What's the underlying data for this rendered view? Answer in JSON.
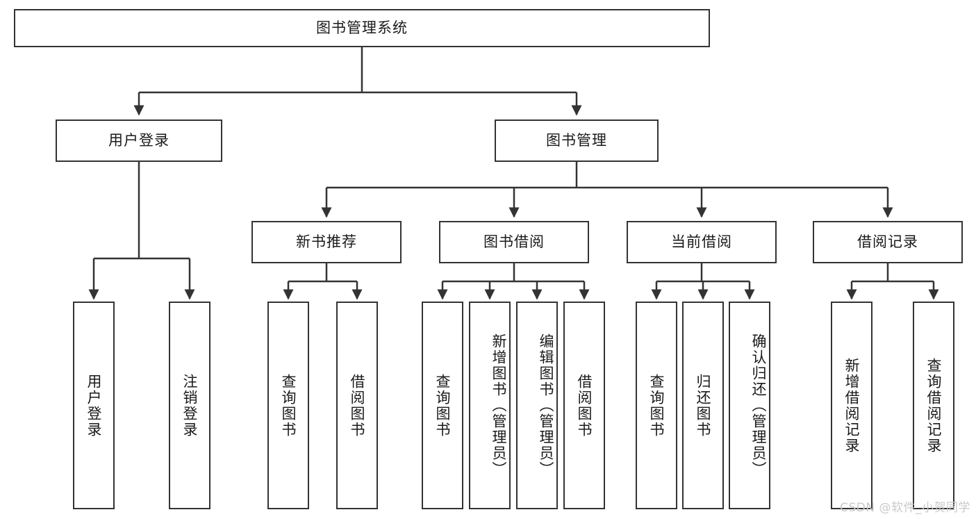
{
  "diagram": {
    "title": "图书管理系统",
    "watermark": "CSDN @软件_小贺同学",
    "line_color": "#333333",
    "box_fill": "#ffffff",
    "background": "#ffffff",
    "nodes": {
      "root": {
        "label": "图书管理系统",
        "level": 1,
        "orientation": "horizontal"
      },
      "user_login": {
        "label": "用户登录",
        "level": 2,
        "orientation": "horizontal"
      },
      "book_manage": {
        "label": "图书管理",
        "level": 2,
        "orientation": "horizontal"
      },
      "new_book_rec": {
        "label": "新书推荐",
        "level": 3,
        "orientation": "horizontal"
      },
      "book_borrow": {
        "label": "图书借阅",
        "level": 3,
        "orientation": "horizontal"
      },
      "current_borrow": {
        "label": "当前借阅",
        "level": 3,
        "orientation": "horizontal"
      },
      "borrow_record": {
        "label": "借阅记录",
        "level": 3,
        "orientation": "horizontal"
      },
      "leaf_user_login": {
        "label": "用户登录",
        "level": 4,
        "orientation": "vertical"
      },
      "leaf_logout": {
        "label": "注销登录",
        "level": 4,
        "orientation": "vertical"
      },
      "leaf_query_book_1": {
        "label": "查询图书",
        "level": 4,
        "orientation": "vertical"
      },
      "leaf_borrow_book_1": {
        "label": "借阅图书",
        "level": 4,
        "orientation": "vertical"
      },
      "leaf_query_book_2": {
        "label": "查询图书",
        "level": 4,
        "orientation": "vertical"
      },
      "leaf_add_book": {
        "label": "新增图书（管理员）",
        "level": 4,
        "orientation": "vertical"
      },
      "leaf_edit_book": {
        "label": "编辑图书（管理员）",
        "level": 4,
        "orientation": "vertical"
      },
      "leaf_borrow_book_2": {
        "label": "借阅图书",
        "level": 4,
        "orientation": "vertical"
      },
      "leaf_query_book_3": {
        "label": "查询图书",
        "level": 4,
        "orientation": "vertical"
      },
      "leaf_return_book": {
        "label": "归还图书",
        "level": 4,
        "orientation": "vertical"
      },
      "leaf_confirm_return": {
        "label": "确认归还（管理员）",
        "level": 4,
        "orientation": "vertical"
      },
      "leaf_add_record": {
        "label": "新增借阅记录",
        "level": 4,
        "orientation": "vertical"
      },
      "leaf_query_record": {
        "label": "查询借阅记录",
        "level": 4,
        "orientation": "vertical"
      }
    },
    "edges": [
      {
        "from": "root",
        "to": "user_login"
      },
      {
        "from": "root",
        "to": "book_manage"
      },
      {
        "from": "book_manage",
        "to": "new_book_rec"
      },
      {
        "from": "book_manage",
        "to": "book_borrow"
      },
      {
        "from": "book_manage",
        "to": "current_borrow"
      },
      {
        "from": "book_manage",
        "to": "borrow_record"
      },
      {
        "from": "user_login",
        "to": "leaf_user_login"
      },
      {
        "from": "user_login",
        "to": "leaf_logout"
      },
      {
        "from": "new_book_rec",
        "to": "leaf_query_book_1"
      },
      {
        "from": "new_book_rec",
        "to": "leaf_borrow_book_1"
      },
      {
        "from": "book_borrow",
        "to": "leaf_query_book_2"
      },
      {
        "from": "book_borrow",
        "to": "leaf_add_book"
      },
      {
        "from": "book_borrow",
        "to": "leaf_edit_book"
      },
      {
        "from": "book_borrow",
        "to": "leaf_borrow_book_2"
      },
      {
        "from": "current_borrow",
        "to": "leaf_query_book_3"
      },
      {
        "from": "current_borrow",
        "to": "leaf_return_book"
      },
      {
        "from": "current_borrow",
        "to": "leaf_confirm_return"
      },
      {
        "from": "borrow_record",
        "to": "leaf_add_record"
      },
      {
        "from": "borrow_record",
        "to": "leaf_query_record"
      }
    ]
  }
}
